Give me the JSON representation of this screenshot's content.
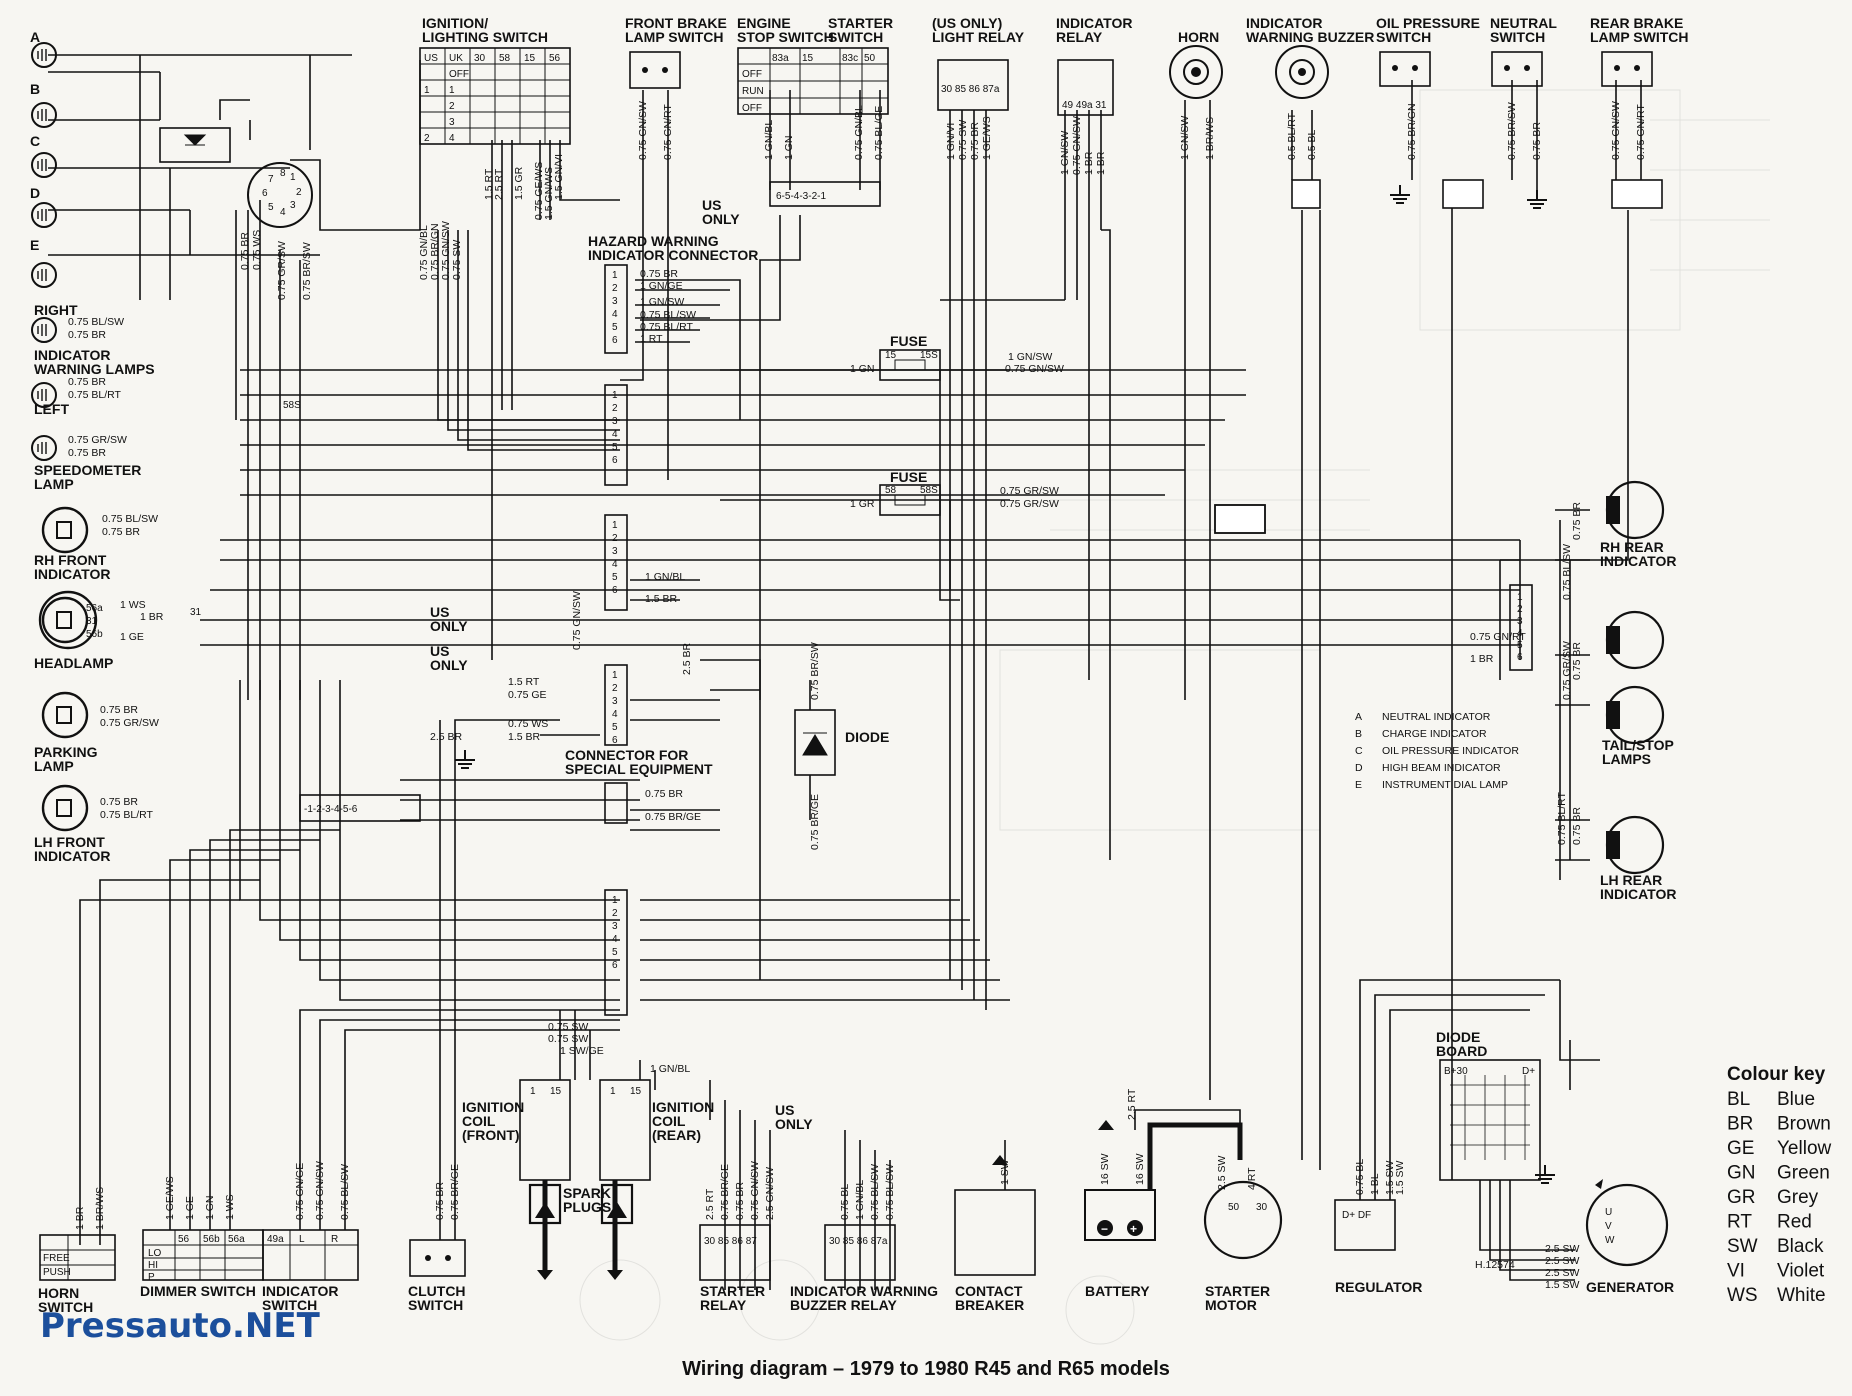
{
  "title": "Wiring diagram – 1979 to 1980 R45 and R65 models",
  "watermark": "Pressauto.NET",
  "ref": "H.12574",
  "top_components": [
    {
      "key": "ignition",
      "lines": [
        "IGNITION/",
        "LIGHTING SWITCH"
      ]
    },
    {
      "key": "front_brake",
      "lines": [
        "FRONT BRAKE",
        "LAMP SWITCH"
      ]
    },
    {
      "key": "engine_stop",
      "lines": [
        "ENGINE",
        "STOP SWITCH"
      ]
    },
    {
      "key": "starter_switch",
      "lines": [
        "STARTER",
        "SWITCH"
      ]
    },
    {
      "key": "light_relay",
      "lines": [
        "(US ONLY)",
        "LIGHT RELAY"
      ]
    },
    {
      "key": "indicator_relay",
      "lines": [
        "INDICATOR",
        "RELAY"
      ]
    },
    {
      "key": "horn",
      "lines": [
        "HORN"
      ]
    },
    {
      "key": "warning_buzzer",
      "lines": [
        "INDICATOR",
        "WARNING BUZZER"
      ]
    },
    {
      "key": "oil_pressure",
      "lines": [
        "OIL PRESSURE",
        "SWITCH"
      ]
    },
    {
      "key": "neutral",
      "lines": [
        "NEUTRAL",
        "SWITCH"
      ]
    },
    {
      "key": "rear_brake",
      "lines": [
        "REAR BRAKE",
        "LAMP SWITCH"
      ]
    }
  ],
  "left_components": [
    {
      "key": "right",
      "lines": [
        "RIGHT"
      ]
    },
    {
      "key": "ind_warning",
      "lines": [
        "INDICATOR",
        "WARNING LAMPS"
      ]
    },
    {
      "key": "left",
      "lines": [
        "LEFT"
      ]
    },
    {
      "key": "speedo",
      "lines": [
        "SPEEDOMETER",
        "LAMP"
      ]
    },
    {
      "key": "rh_front",
      "lines": [
        "RH FRONT",
        "INDICATOR"
      ]
    },
    {
      "key": "headlamp",
      "lines": [
        "HEADLAMP"
      ]
    },
    {
      "key": "parking",
      "lines": [
        "PARKING",
        "LAMP"
      ]
    },
    {
      "key": "lh_front",
      "lines": [
        "LH FRONT",
        "INDICATOR"
      ]
    }
  ],
  "right_components": [
    {
      "key": "rh_rear",
      "lines": [
        "RH REAR",
        "INDICATOR"
      ]
    },
    {
      "key": "tail_stop",
      "lines": [
        "TAIL/STOP",
        "LAMPS"
      ]
    },
    {
      "key": "lh_rear",
      "lines": [
        "LH REAR",
        "INDICATOR"
      ]
    }
  ],
  "center_labels": [
    {
      "key": "hazard",
      "lines": [
        "HAZARD WARNING",
        "INDICATOR CONNECTOR"
      ]
    },
    {
      "key": "fuse1",
      "lines": [
        "FUSE"
      ]
    },
    {
      "key": "fuse2",
      "lines": [
        "FUSE"
      ]
    },
    {
      "key": "diode",
      "lines": [
        "DIODE"
      ]
    },
    {
      "key": "special",
      "lines": [
        "CONNECTOR FOR",
        "SPECIAL EQUIPMENT"
      ]
    },
    {
      "key": "us_only_1",
      "lines": [
        "US",
        "ONLY"
      ]
    },
    {
      "key": "us_only_2",
      "lines": [
        "US",
        "ONLY"
      ]
    },
    {
      "key": "us_only_3",
      "lines": [
        "US",
        "ONLY"
      ]
    },
    {
      "key": "us_only_4",
      "lines": [
        "US",
        "ONLY"
      ]
    },
    {
      "key": "diode_board",
      "lines": [
        "DIODE",
        "BOARD"
      ]
    }
  ],
  "bottom_components": [
    {
      "key": "horn_switch",
      "lines": [
        "HORN",
        "SWITCH"
      ]
    },
    {
      "key": "dimmer",
      "lines": [
        "DIMMER SWITCH"
      ]
    },
    {
      "key": "indicator_switch",
      "lines": [
        "INDICATOR",
        "SWITCH"
      ]
    },
    {
      "key": "clutch",
      "lines": [
        "CLUTCH",
        "SWITCH"
      ]
    },
    {
      "key": "coil_front",
      "lines": [
        "IGNITION",
        "COIL",
        "(FRONT)"
      ]
    },
    {
      "key": "coil_rear",
      "lines": [
        "IGNITION",
        "COIL",
        "(REAR)"
      ]
    },
    {
      "key": "spark",
      "lines": [
        "SPARK",
        "PLUGS"
      ]
    },
    {
      "key": "starter_relay",
      "lines": [
        "STARTER",
        "RELAY"
      ]
    },
    {
      "key": "buzzer_relay",
      "lines": [
        "INDICATOR WARNING",
        "BUZZER RELAY"
      ]
    },
    {
      "key": "contact_breaker",
      "lines": [
        "CONTACT",
        "BREAKER"
      ]
    },
    {
      "key": "battery",
      "lines": [
        "BATTERY"
      ]
    },
    {
      "key": "starter_motor",
      "lines": [
        "STARTER",
        "MOTOR"
      ]
    },
    {
      "key": "regulator",
      "lines": [
        "REGULATOR"
      ]
    },
    {
      "key": "generator",
      "lines": [
        "GENERATOR"
      ]
    }
  ],
  "legend_lamps": [
    {
      "letter": "A",
      "text": "NEUTRAL INDICATOR"
    },
    {
      "letter": "B",
      "text": "CHARGE INDICATOR"
    },
    {
      "letter": "C",
      "text": "OIL PRESSURE INDICATOR"
    },
    {
      "letter": "D",
      "text": "HIGH BEAM INDICATOR"
    },
    {
      "letter": "E",
      "text": "INSTRUMENT DIAL LAMP"
    }
  ],
  "colour_key": {
    "title": "Colour key",
    "entries": [
      {
        "code": "BL",
        "name": "Blue"
      },
      {
        "code": "BR",
        "name": "Brown"
      },
      {
        "code": "GE",
        "name": "Yellow"
      },
      {
        "code": "GN",
        "name": "Green"
      },
      {
        "code": "GR",
        "name": "Grey"
      },
      {
        "code": "RT",
        "name": "Red"
      },
      {
        "code": "SW",
        "name": "Black"
      },
      {
        "code": "VI",
        "name": "Violet"
      },
      {
        "code": "WS",
        "name": "White"
      }
    ]
  },
  "ignition_switch_table": {
    "headers": [
      "US",
      "UK",
      "30",
      "58",
      "15",
      "56"
    ],
    "rows": [
      [
        "",
        "OFF"
      ],
      [
        "1",
        "1"
      ],
      [
        "",
        "2"
      ],
      [
        "",
        "3"
      ],
      [
        "2",
        "4"
      ]
    ]
  },
  "engine_stop_rows": [
    "OFF",
    "RUN",
    "OFF"
  ],
  "engine_stop_headers": [
    "83a",
    "15",
    "83c",
    "50"
  ],
  "connector_pins": [
    "6-5-4-3-2-1",
    "-1-2-3-4-5-6"
  ],
  "relay_pins": {
    "light_relay": "30 85 86 87a",
    "indicator_relay": "49 49a 31",
    "starter_relay": "30 85 86 87",
    "buzzer_relay": "30 85 86 87a"
  },
  "headlamp_pins": [
    "56a",
    "31",
    "56b"
  ],
  "fuse_pins": [
    [
      "15",
      "15S"
    ],
    [
      "58",
      "58S"
    ]
  ],
  "dimmer_headers": [
    "56",
    "56b",
    "56a"
  ],
  "dimmer_rows": [
    "LO",
    "HI",
    "P"
  ],
  "indicator_switch_headers": [
    "49a",
    "L",
    "R"
  ],
  "horn_switch_rows": [
    "FREE",
    "PUSH"
  ],
  "coil_pins": [
    "1",
    "15"
  ],
  "diode_board_pins": [
    "B+30",
    "D+"
  ],
  "regulator_pins": "D+  DF",
  "generator_pins": [
    "U",
    "V",
    "W"
  ],
  "starter_motor_pins": [
    "50",
    "30"
  ],
  "lamp_letters": [
    "A",
    "B",
    "C",
    "D",
    "E"
  ],
  "dial_pins": [
    "1",
    "2",
    "3",
    "4",
    "5",
    "6",
    "7",
    "8"
  ],
  "pin_numbers": [
    "1",
    "2",
    "3",
    "4",
    "5",
    "6"
  ],
  "ground_nodes": [
    "31",
    "58S"
  ],
  "wire_labels": {
    "ig1": "1.5 RT",
    "ig2": "2.5 RT",
    "ig3": "1.5 GR",
    "ig4": "0.75 GE/WS",
    "ig5": "1.5 GN/WS",
    "ig6": "1.5 GN/VI",
    "fb1": "0.75 GN/SW",
    "fb2": "0.75 GN/RT",
    "es1": "1 GN/BL",
    "es2": "1 GN",
    "es3": "0.75 GN/BL",
    "es4": "0.75 BL/GE",
    "lr1": "1 GN/VI",
    "lr2": "0.75 SW",
    "lr3": "0.75 BR",
    "lr4": "1 GE/WS",
    "ir1": "1 GN/SW",
    "ir2": "0.75 GN/SW",
    "ir3": "1 BR",
    "ir4": "1 BR",
    "hn1": "1 GN/SW",
    "hn2": "1 BR/WS",
    "bz1": "0.5 BL/RT",
    "bz2": "0.5 BL",
    "op1": "0.75 BR/GN",
    "nt1": "0.75 BR/SW",
    "nt2": "0.75 BR",
    "rb1": "0.75 GN/SW",
    "rb2": "0.75 GN/RT",
    "dl1": "0.75 BR",
    "dl2": "0.75 WS",
    "dl3": "0.75 GR/SW",
    "dl4": "0.75 BR/SW",
    "ha1": "0.75 GN/BL",
    "ha2": "0.75 BR/GN",
    "ha3": "0.75 GN/SW",
    "ha4": "0.75 SW",
    "rt1": "0.75 BL/SW",
    "rt2": "0.75 BR",
    "lf1": "0.75 BR",
    "lf2": "0.75 BL/RT",
    "sp1": "0.75 GR/SW",
    "sp2": "0.75 BR",
    "rh1": "0.75 BL/SW",
    "rh2": "0.75 BR",
    "hd1": "1 WS",
    "hd2": "1 BR",
    "hd3": "1 GE",
    "pk1": "0.75 BR",
    "pk2": "0.75 GR/SW",
    "lh1": "0.75 BR",
    "lh2": "0.75 BL/RT",
    "hz1": "0.75 BR",
    "hz2": "1 GN/GE",
    "hz3": "1 GN/SW",
    "hz4": "0.75 BL/SW",
    "hz5": "0.75 BL/RT",
    "hz6": "1 RT",
    "f1a": "1 GN",
    "f1b": "1 GN/SW",
    "f1c": "0.75 GN/SW",
    "f2a": "1 GR",
    "f2b": "0.75 GR/SW",
    "f2c": "0.75 GR/SW",
    "c2a": "1 GN/BL",
    "c2b": "1.5 BR",
    "sp_a": "1.5 RT",
    "sp_b": "0.75 GE",
    "sp_c": "0.75 WS",
    "sp_d": "1.5 BR",
    "sp_e": "2.5 BR",
    "sp_f": "0.75 GN/SW",
    "br25": "2.5 BR",
    "se1": "0.75 BR",
    "se2": "0.75 BR/GE",
    "dd1": "0.75 BR/SW",
    "dd2": "0.75 BR/GE",
    "rr1": "0.75 BL/SW",
    "rr2": "0.75 BR",
    "rc1": "0.75 GN/RT",
    "rc2": "1 BR",
    "ts1": "0.75 GR/SW",
    "ts2": "0.75 BR",
    "lr_a": "0.75 BL/RT",
    "lr_b": "0.75 BR",
    "hs1": "1 BR",
    "hs2": "1 BR/WS",
    "dm1": "1 GE/WS",
    "dm2": "1 GE",
    "dm3": "1 GN",
    "dm4": "1 WS",
    "is1": "0.75 GN/GE",
    "is2": "0.75 GN/SW",
    "is3": "0.75 BL/SW",
    "cl1": "0.75 BR",
    "cl2": "0.75 BR/GE",
    "co1": "0.75 SW",
    "co2": "0.75 SW",
    "co3": "1 SW/GE",
    "co4": "1 GN/BL",
    "st1": "2.5 RT",
    "st2": "0.75 BR/GE",
    "st3": "0.75 BR",
    "st4": "0.75 GN/SW",
    "st5": "2.5 GN/SW",
    "bu1": "0.75 BL",
    "bu2": "1 GN/BL",
    "bu3": "0.75 BL/SW",
    "bu4": "0.75 BL/SW",
    "cb1": "1 SW",
    "ba1": "16 SW",
    "ba2": "16 SW",
    "ba3": "2.5 RT",
    "sm1": "2.5 SW",
    "sm2": "4 RT",
    "rg1": "0.75 BL",
    "rg2": "1 BL",
    "rg3": "1.5 SW",
    "rg4": "1.5 SW",
    "gn1": "2.5 SW",
    "gn2": "2.5 SW",
    "gn3": "2.5 SW",
    "gn4": "1.5 SW"
  }
}
